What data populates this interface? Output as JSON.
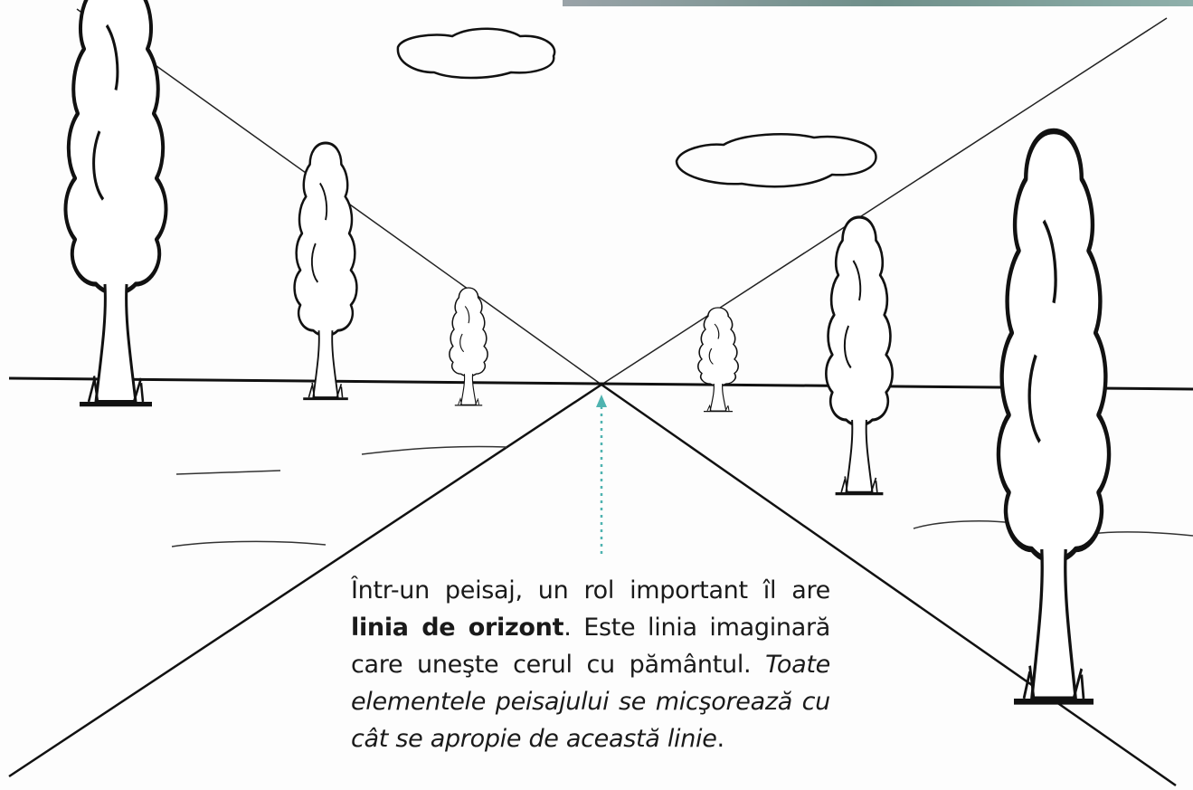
{
  "caption": {
    "part1": "Într-un peisaj, un rol important îl are ",
    "bold": "linia de orizont",
    "part2": ". Este linia imaginară care uneşte cerul cu pământul. ",
    "italic": "Toate elementele peisajului se micşorează cu cât se apropie de această linie",
    "end": "."
  },
  "colors": {
    "ink": "#111111",
    "arrow": "#4fb3b0",
    "paper": "#fdfdfd"
  }
}
